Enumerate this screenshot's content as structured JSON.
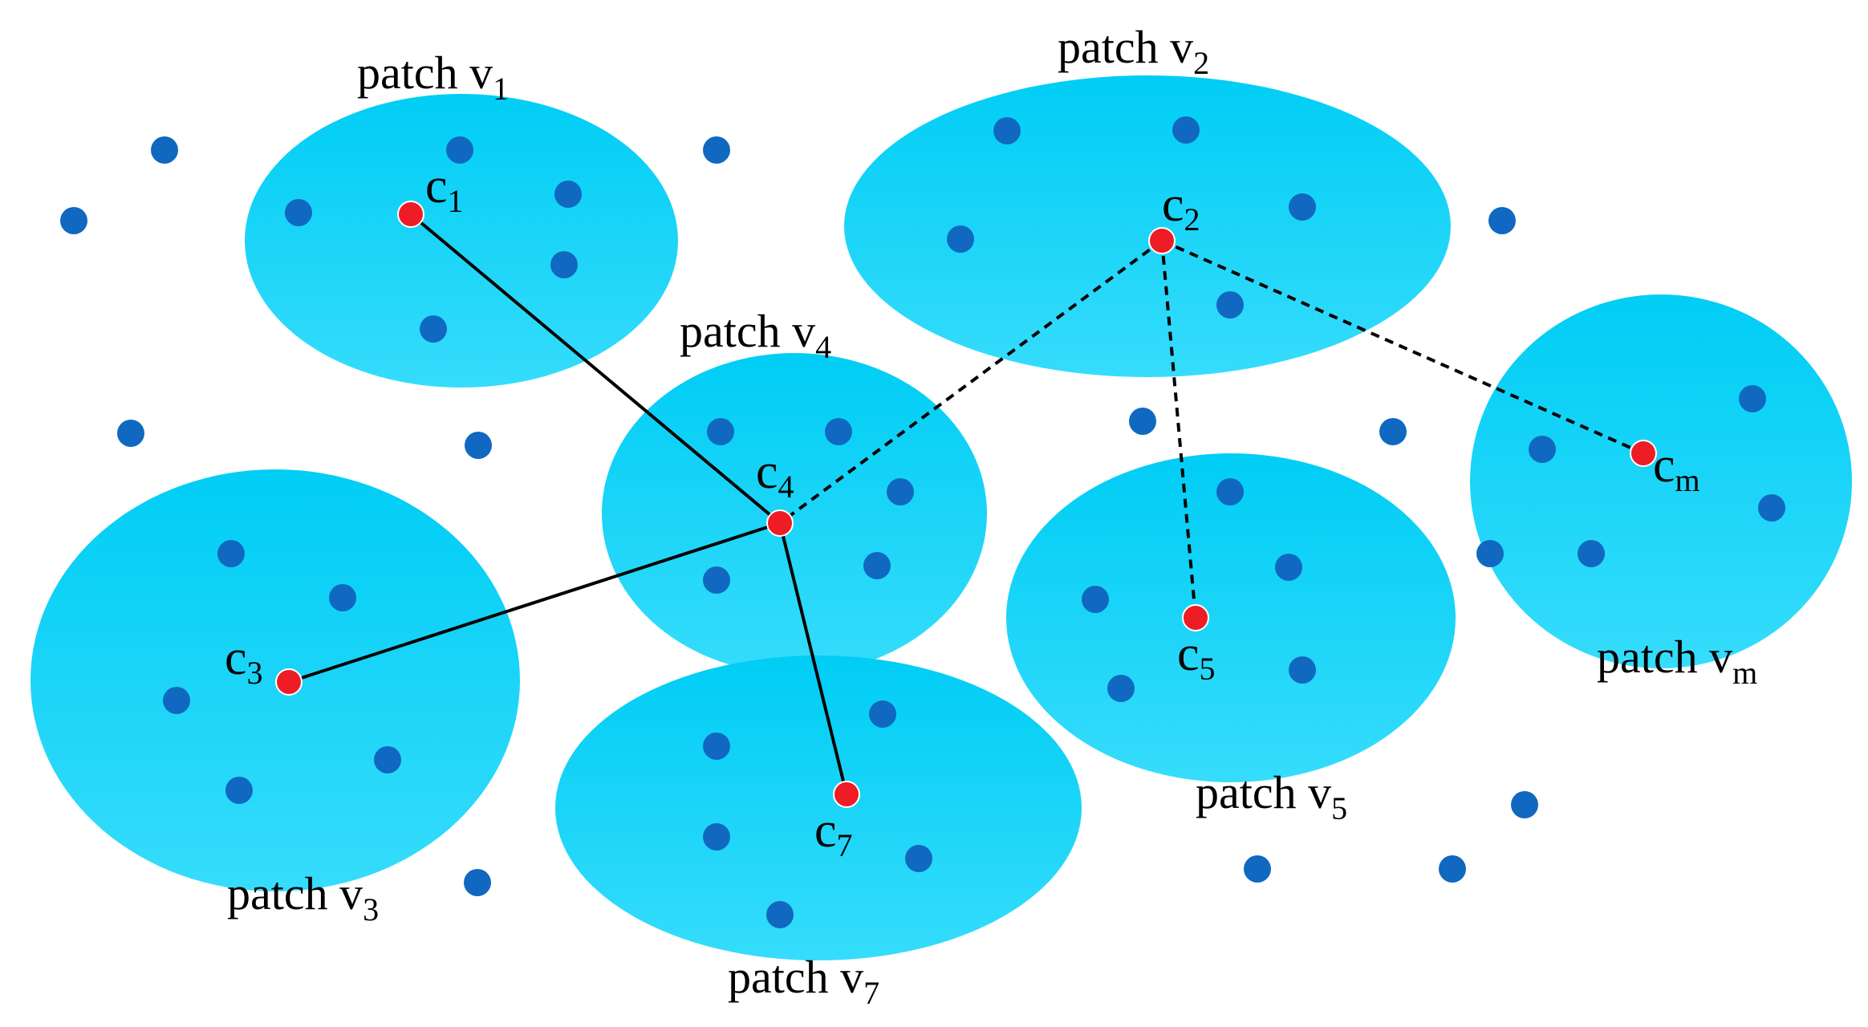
{
  "colors": {
    "background": "#ffffff",
    "patch_fill_top": "#00cdf5",
    "patch_fill_bottom": "#36dcfb",
    "node": "#1068c0",
    "centroid": "#ee1c24",
    "link": "#000000"
  },
  "patches": [
    {
      "id": "v1",
      "label": {
        "base": "patch v",
        "sub": "1"
      }
    },
    {
      "id": "v2",
      "label": {
        "base": "patch v",
        "sub": "2"
      }
    },
    {
      "id": "v3",
      "label": {
        "base": "patch v",
        "sub": "3"
      }
    },
    {
      "id": "v4",
      "label": {
        "base": "patch v",
        "sub": "4"
      }
    },
    {
      "id": "v5",
      "label": {
        "base": "patch v",
        "sub": "5"
      }
    },
    {
      "id": "v7",
      "label": {
        "base": "patch v",
        "sub": "7"
      }
    },
    {
      "id": "vm",
      "label": {
        "base": "patch v",
        "sub": "m"
      }
    }
  ],
  "centroids": [
    {
      "id": "c1",
      "label": {
        "base": "c",
        "sub": "1"
      }
    },
    {
      "id": "c2",
      "label": {
        "base": "c",
        "sub": "2"
      }
    },
    {
      "id": "c3",
      "label": {
        "base": "c",
        "sub": "3"
      }
    },
    {
      "id": "c4",
      "label": {
        "base": "c",
        "sub": "4"
      }
    },
    {
      "id": "c5",
      "label": {
        "base": "c",
        "sub": "5"
      }
    },
    {
      "id": "c7",
      "label": {
        "base": "c",
        "sub": "7"
      }
    },
    {
      "id": "cm",
      "label": {
        "base": "c",
        "sub": "m"
      }
    }
  ],
  "links": [
    {
      "from": "c4",
      "to": "c1",
      "style": "solid"
    },
    {
      "from": "c4",
      "to": "c3",
      "style": "solid"
    },
    {
      "from": "c4",
      "to": "c7",
      "style": "solid"
    },
    {
      "from": "c2",
      "to": "c4",
      "style": "dashed"
    },
    {
      "from": "c2",
      "to": "c5",
      "style": "dashed"
    },
    {
      "from": "c2",
      "to": "cm",
      "style": "dashed"
    }
  ]
}
